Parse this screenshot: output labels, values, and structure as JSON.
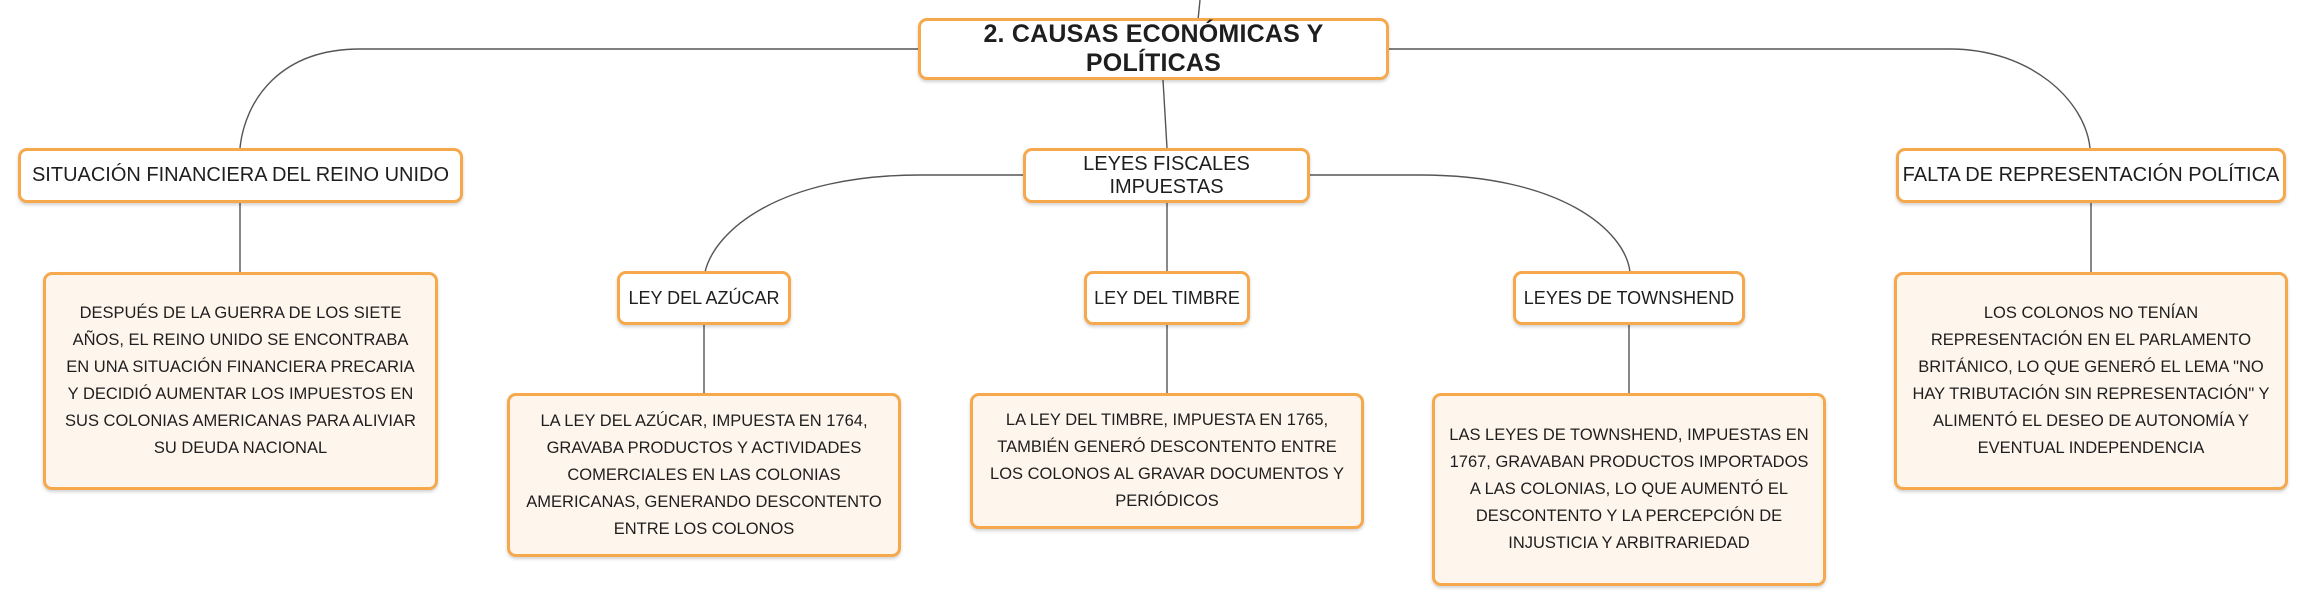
{
  "root": {
    "title": "2. CAUSAS ECONÓMICAS Y POLÍTICAS"
  },
  "topics": {
    "financiera": {
      "label": "SITUACIÓN FINANCIERA DEL REINO UNIDO",
      "detail": "DESPUÉS DE LA GUERRA DE LOS SIETE AÑOS, EL REINO UNIDO SE ENCONTRABA EN UNA SITUACIÓN FINANCIERA PRECARIA Y DECIDIÓ AUMENTAR LOS IMPUESTOS EN SUS COLONIAS AMERICANAS PARA ALIVIAR SU DEUDA NACIONAL"
    },
    "leyes": {
      "label": "LEYES FISCALES IMPUESTAS",
      "azucar": {
        "label": "LEY DEL AZÚCAR",
        "detail": "LA LEY DEL AZÚCAR, IMPUESTA EN 1764, GRAVABA PRODUCTOS Y ACTIVIDADES COMERCIALES EN LAS COLONIAS AMERICANAS, GENERANDO DESCONTENTO ENTRE LOS COLONOS"
      },
      "timbre": {
        "label": "LEY DEL TIMBRE",
        "detail": "LA LEY DEL TIMBRE, IMPUESTA EN 1765, TAMBIÉN GENERÓ DESCONTENTO ENTRE LOS COLONOS AL GRAVAR DOCUMENTOS Y PERIÓDICOS"
      },
      "townshend": {
        "label": "LEYES DE TOWNSHEND",
        "detail": "LAS LEYES DE TOWNSHEND, IMPUESTAS EN 1767, GRAVABAN PRODUCTOS IMPORTADOS A LAS COLONIAS, LO QUE AUMENTÓ EL DESCONTENTO Y LA PERCEPCIÓN DE INJUSTICIA Y ARBITRARIEDAD"
      }
    },
    "representacion": {
      "label": "FALTA DE REPRESENTACIÓN POLÍTICA",
      "detail": "LOS COLONOS NO TENÍAN REPRESENTACIÓN EN EL PARLAMENTO BRITÁNICO, LO QUE GENERÓ EL LEMA \"NO HAY TRIBUTACIÓN SIN REPRESENTACIÓN\" Y ALIMENTÓ EL DESEO DE AUTONOMÍA Y EVENTUAL INDEPENDENCIA"
    }
  },
  "colors": {
    "border": "#f5a94c",
    "leaf_fill": "#fef5ed",
    "connector": "#555555"
  }
}
